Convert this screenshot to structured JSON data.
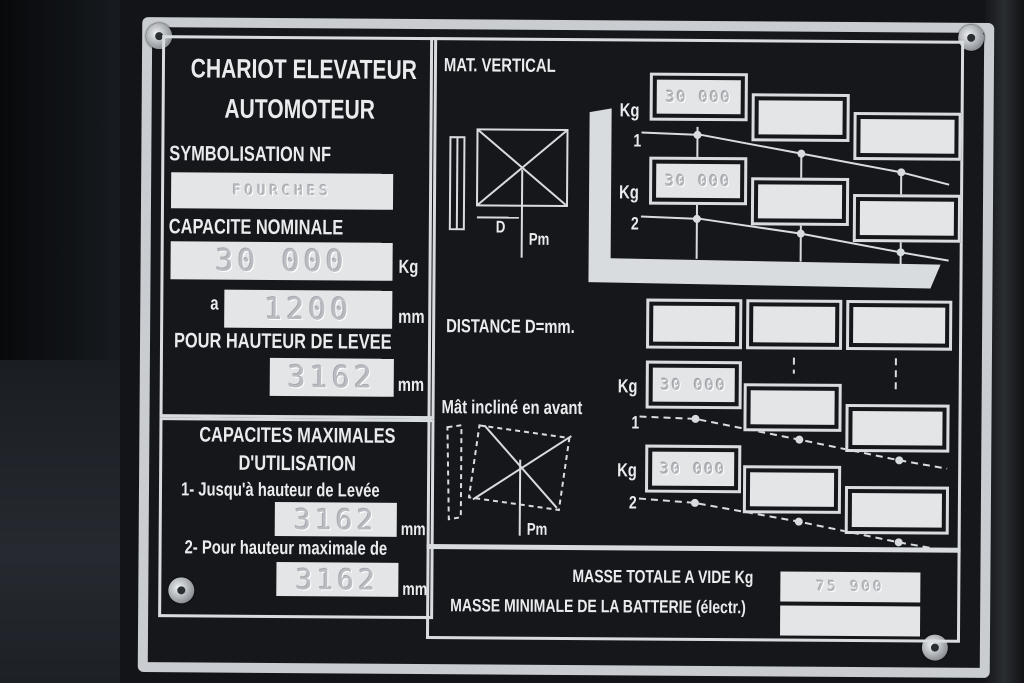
{
  "left_panel": {
    "title_line1": "CHARIOT ELEVATEUR",
    "title_line2": "AUTOMOTEUR",
    "symbolisation_label": "SYMBOLISATION NF",
    "symbolisation_value": "FOURCHES",
    "capacite_label": "CAPACITE NOMINALE",
    "capacite_value": "30 000",
    "kg_unit": "Kg",
    "a_label": "a",
    "distance_value": "1200",
    "mm_unit": "mm",
    "hauteur_label": "POUR HAUTEUR DE LEVEE",
    "hauteur_value": "3162"
  },
  "capacites": {
    "title_line1": "CAPACITES MAXIMALES",
    "title_line2": "D'UTILISATION",
    "item1": "1- Jusqu'à hauteur de Levée",
    "item1_value": "3162",
    "item2": "2- Pour hauteur maximale de",
    "item2_value": "3162",
    "mm_unit": "mm"
  },
  "right_panel": {
    "mat_vertical_label": "MAT. VERTICAL",
    "kg_label": "Kg",
    "row1_num": "1",
    "row2_num": "2",
    "vertical_row1_value": "30 000",
    "vertical_row2_value": "30 000",
    "d_label": "D",
    "pm_label": "Pm",
    "distance_label": "DISTANCE D=mm.",
    "mat_incline_label": "Mât incliné en avant",
    "incline_row1_value": "30 000",
    "incline_row2_value": "30 000"
  },
  "bottom_panel": {
    "masse_totale_label": "MASSE TOTALE A VIDE Kg",
    "masse_totale_value": "75 900",
    "masse_batterie_label": "MASSE MINIMALE DE LA BATTERIE (électr.)",
    "masse_batterie_value": ""
  }
}
